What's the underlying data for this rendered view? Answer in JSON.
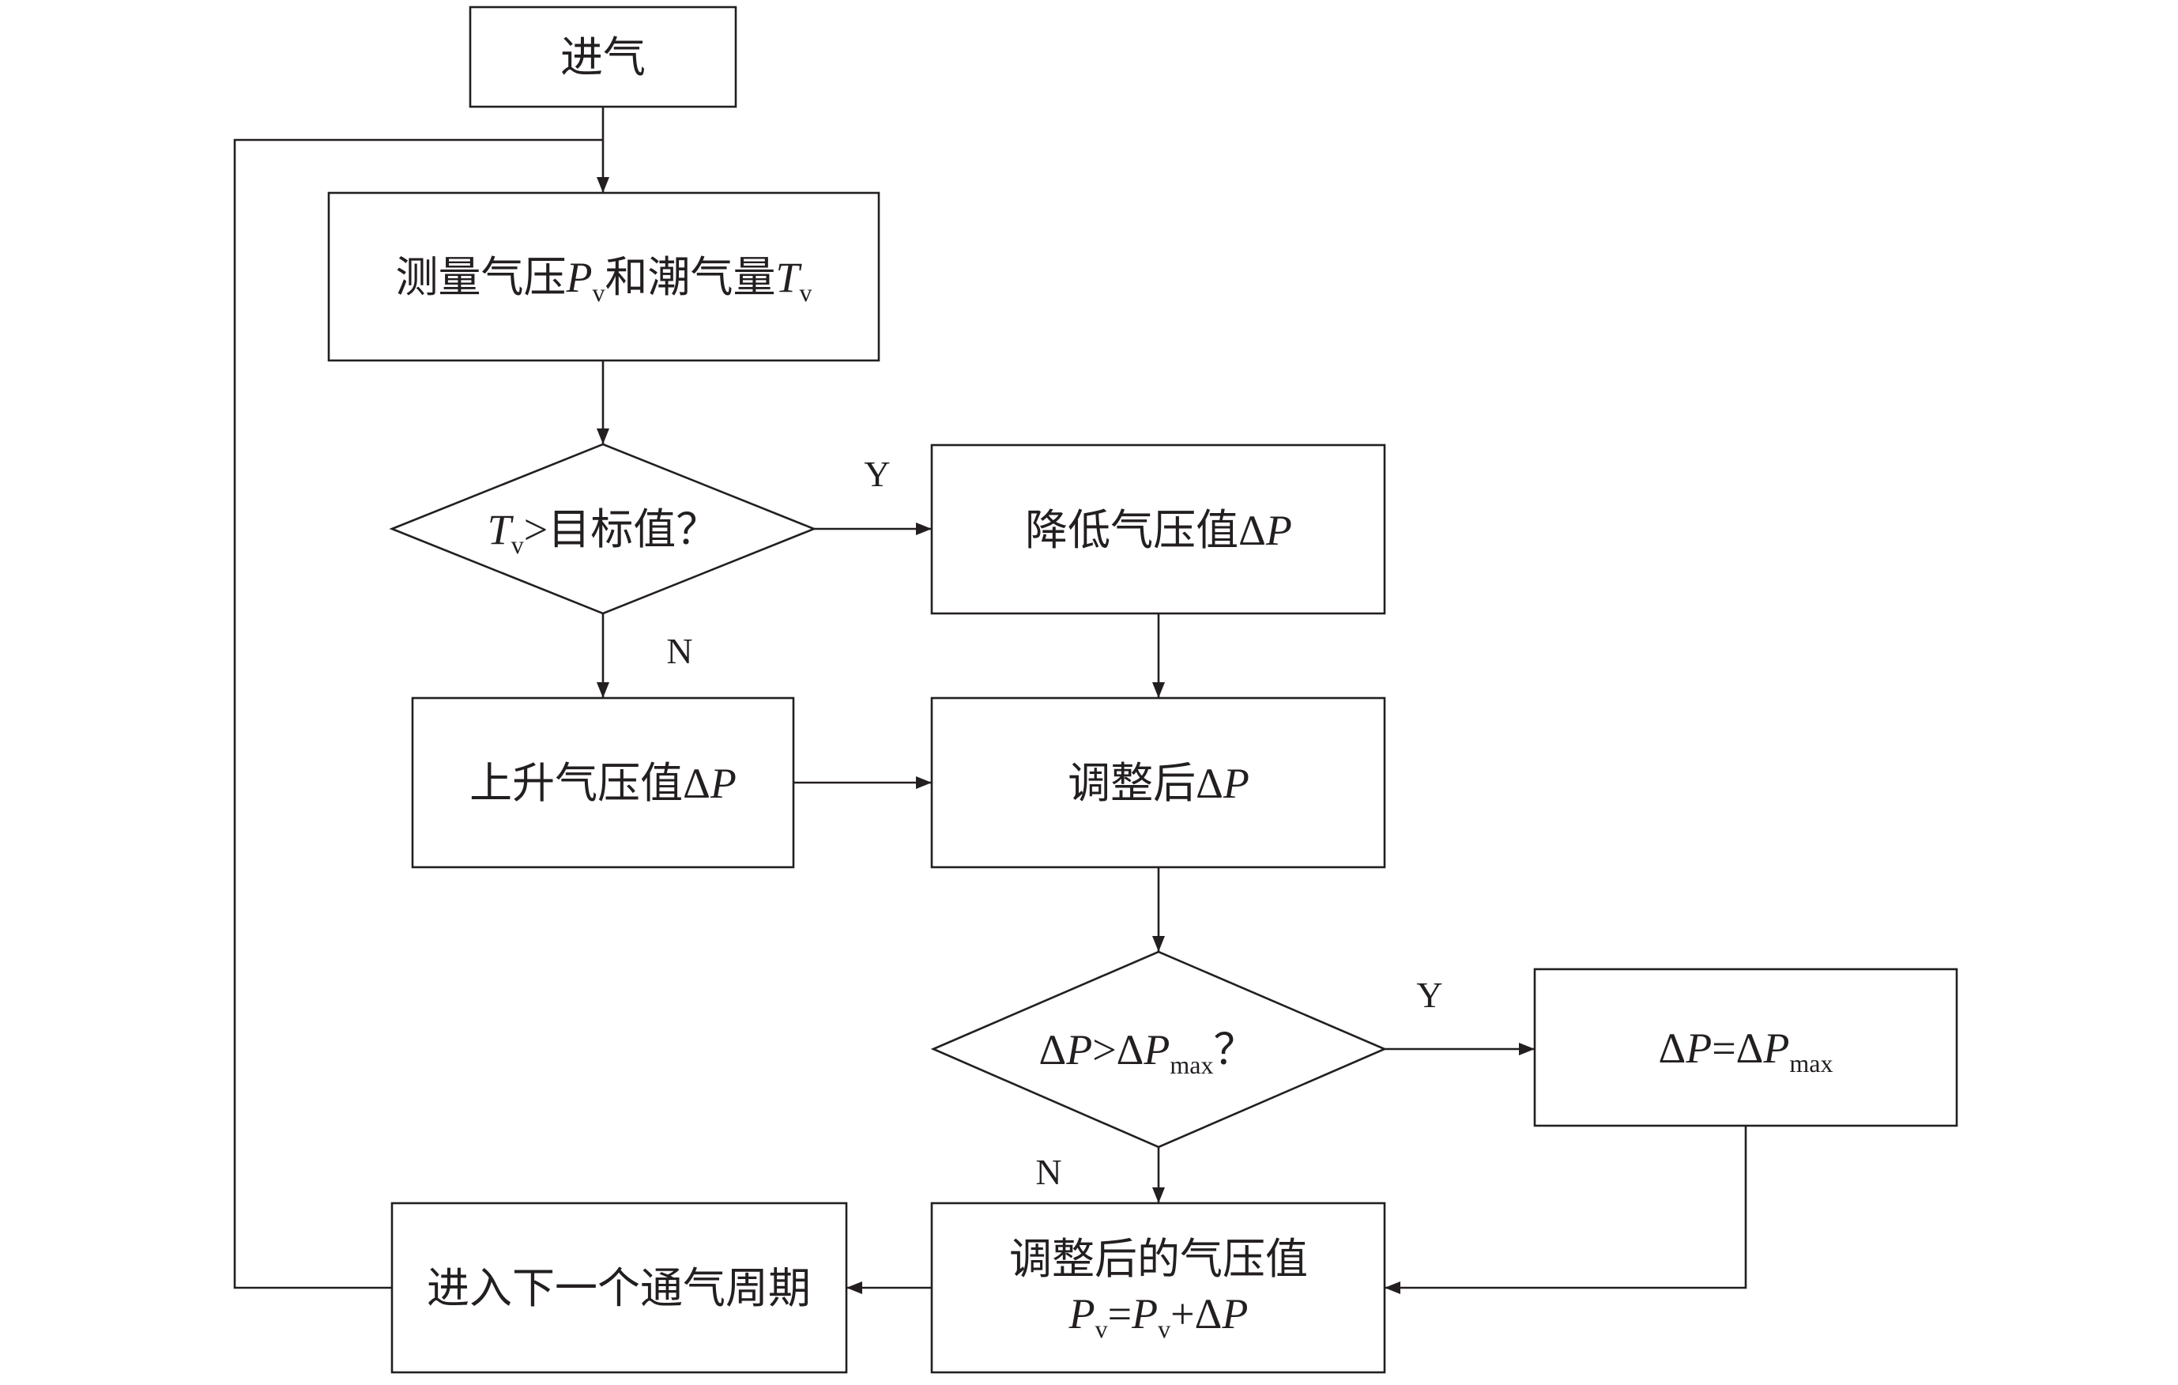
{
  "nodes": {
    "intake": "进气",
    "measure": {
      "a": "测量气压",
      "p": "P",
      "p_sub": "v",
      "b": "和潮气量",
      "t": "T",
      "t_sub": "v"
    },
    "check_moisture": {
      "t": "T",
      "t_sub": "v",
      "a": ">目标值？"
    },
    "decrease": {
      "a": "降低气压值Δ",
      "p": "P"
    },
    "increase": {
      "a": "上升气压值Δ",
      "p": "P"
    },
    "adjusted_delta": {
      "a": "调整后Δ",
      "p": "P"
    },
    "check_max": {
      "d1": "Δ",
      "p1": "P",
      "gt": ">Δ",
      "p2": "P",
      "sub": "max",
      "q": "？"
    },
    "clamp": {
      "d1": "Δ",
      "p1": "P",
      "eq": "=Δ",
      "p2": "P",
      "sub": "max"
    },
    "adjusted_pressure": {
      "line1": "调整后的气压值",
      "p1": "P",
      "s1": "v",
      "eq": "=",
      "p2": "P",
      "s2": "v",
      "plus": "+Δ",
      "p3": "P"
    },
    "next_cycle": "进入下一个通气周期"
  },
  "branch_labels": {
    "moisture_yes": "Y",
    "moisture_no": "N",
    "max_yes": "Y",
    "max_no": "N"
  }
}
